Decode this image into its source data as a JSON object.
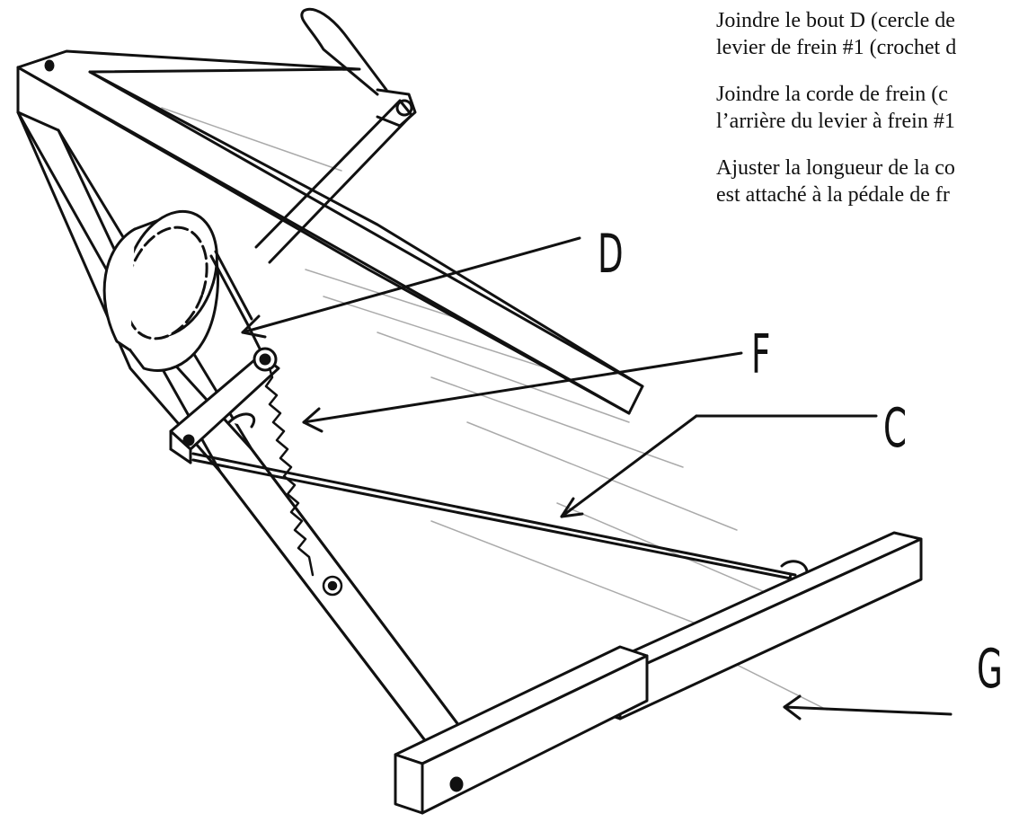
{
  "instructions": [
    "Joindre le bout D (cercle de",
    "levier de frein #1 (crochet d",
    "Joindre la corde de frein (c",
    "l’arrière du levier à frein #1",
    "Ajuster la longueur de la co",
    "est attaché à la pédale de fr"
  ],
  "callouts": {
    "d": "D",
    "f": "F",
    "c": "C",
    "g": "G"
  }
}
